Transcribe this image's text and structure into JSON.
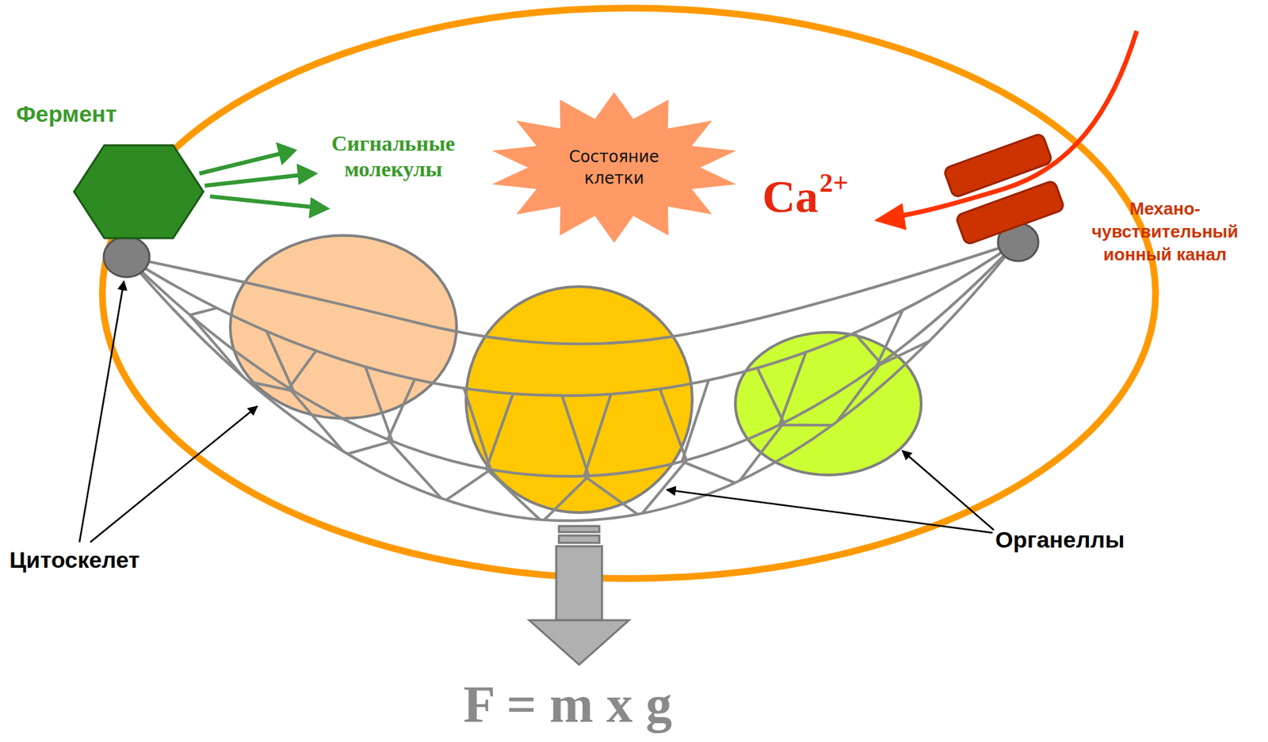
{
  "diagram": {
    "nodes": [
      {
        "text": [
          "Фермент"
        ]
      },
      {
        "text": [
          "Состояние клетки"
        ]
      },
      {
        "text": [
          "Механо- чувствительный ионный канал"
        ]
      }
    ],
    "labels": [
      "Сигнальные молекулы",
      "Ca",
      "2+",
      "Цитоскелет",
      "Органеллы",
      "F = m x g"
    ]
  }
}
